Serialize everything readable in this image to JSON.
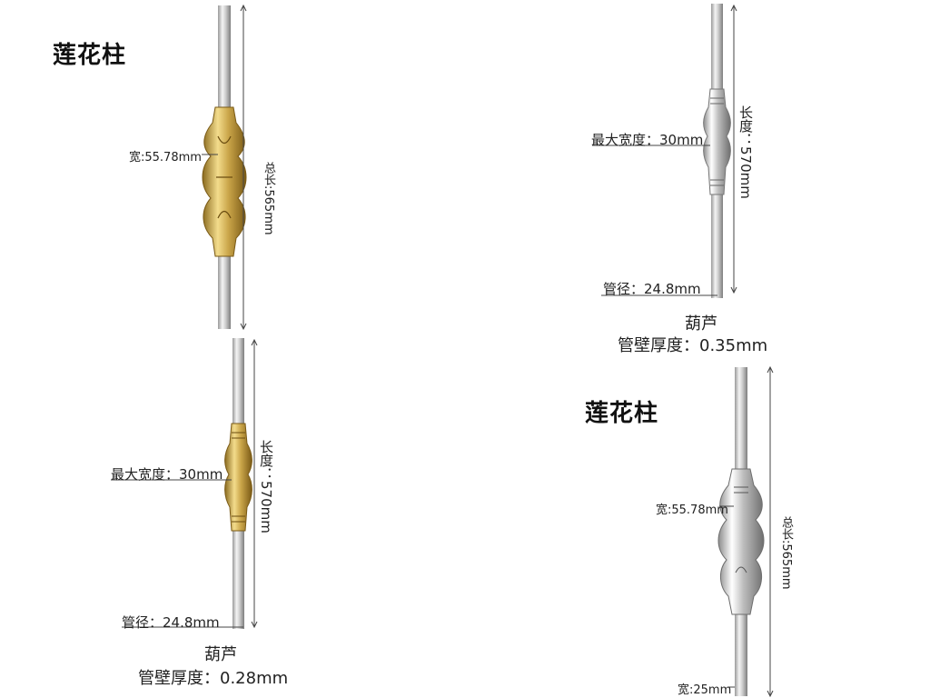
{
  "panels": {
    "top_left": {
      "title": "莲花柱",
      "width_label": "宽:55.78mm",
      "length_label": "总长:565mm",
      "ornament_color": "#c9a448"
    },
    "top_right": {
      "max_width_label": "最大宽度：30mm",
      "length_label": "长度：570mm",
      "pipe_label": "管径：24.8mm",
      "caption_name": "葫芦",
      "caption_spec": "管壁厚度：0.35mm",
      "ornament_color": "#c8c8c8"
    },
    "bottom_left": {
      "max_width_label": "最大宽度：30mm",
      "length_label": "长度：570mm",
      "pipe_label": "管径：24.8mm",
      "caption_name": "葫芦",
      "caption_spec": "管壁厚度：0.28mm",
      "ornament_color": "#d4aa40"
    },
    "bottom_right": {
      "title": "莲花柱",
      "width_label": "宽:55.78mm",
      "length_label": "总长:565mm",
      "bottom_width_label": "宽:25mm",
      "ornament_color": "#cfcfcf"
    }
  }
}
